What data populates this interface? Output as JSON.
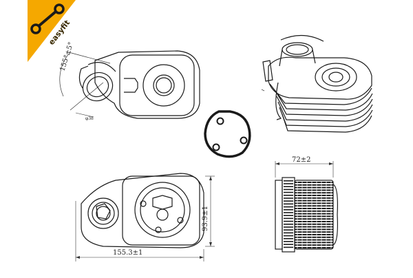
{
  "badge": {
    "text": "easyfit",
    "color": "#f5a800",
    "icon": "wrench-icon"
  },
  "dimensions": {
    "angle": "155°±5°",
    "small_label": "φ38",
    "height": "93.9±1",
    "width": "155.3±1",
    "depth": "72±2"
  },
  "colors": {
    "line": "#1a1a1a",
    "background": "#ffffff",
    "badge": "#f5a800"
  }
}
